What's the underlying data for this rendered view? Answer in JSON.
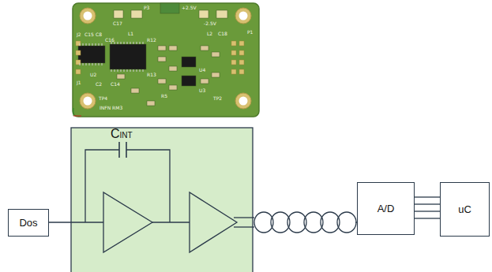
{
  "diagram": {
    "nodes": [
      {
        "text": [
          "Dos"
        ]
      },
      {
        "text": [
          "A/D"
        ]
      },
      {
        "text": [
          "uC"
        ]
      }
    ],
    "edges": [
      {
        "from": 1,
        "to": 2,
        "arrow": "none"
      },
      {
        "from": 1,
        "to": 2,
        "arrow": "none"
      },
      {
        "from": 1,
        "to": 2,
        "arrow": "none"
      },
      {
        "from": 1,
        "to": 2,
        "arrow": "none"
      }
    ],
    "labels": [
      "P3",
      "+2.5V",
      "-2.5V",
      "P1",
      "J2",
      "C15",
      "C8",
      "C16",
      "C17",
      "L1",
      "L2",
      "C18",
      "R12",
      "R13",
      "U2",
      "U3",
      "U4",
      "R5",
      "C14",
      "J1",
      "C2",
      "TP4",
      "TP2",
      "INFN RM3",
      "CINT"
    ]
  }
}
